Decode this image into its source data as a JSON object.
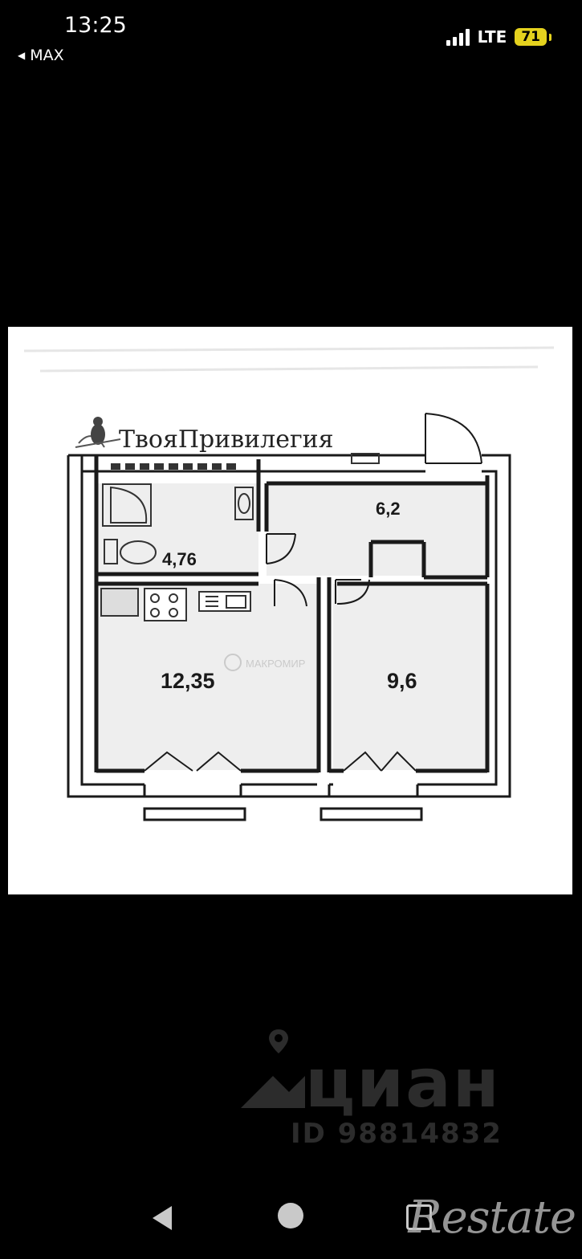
{
  "status_bar": {
    "time": "13:25",
    "back_app": "MAX",
    "back_icon": "back-triangle-icon",
    "network": "LTE",
    "battery": "71",
    "battery_color": "#e5d21e"
  },
  "floor_plan": {
    "brand": "ТвояПривилегия",
    "watermark_center": "МАКРОМИР",
    "rooms": {
      "bathroom_area": "4,76",
      "hall_area": "6,2",
      "kitchen_area": "12,35",
      "bedroom_area": "9,6"
    },
    "room_fill": "#ececec",
    "wall_color": "#1a1a1a"
  },
  "watermark": {
    "brand": "циан",
    "listing_id": "ID 98814832"
  },
  "nav_bar": {
    "corner_brand": "Restate"
  }
}
